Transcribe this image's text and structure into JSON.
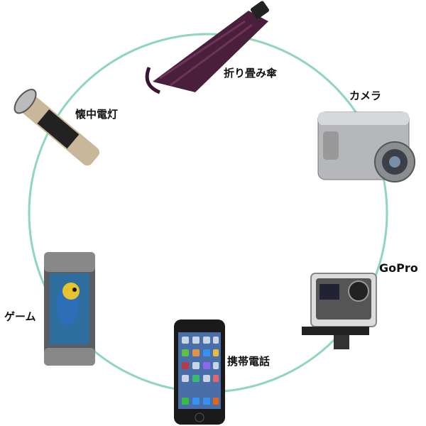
{
  "circle_color": "#8fd6bd",
  "items": [
    {
      "label": "折り畳み傘",
      "icon": "umbrella-icon"
    },
    {
      "label": "カメラ",
      "icon": "camera-icon"
    },
    {
      "label": "GoPro",
      "icon": "gopro-icon"
    },
    {
      "label": "携帯電話",
      "icon": "smartphone-icon"
    },
    {
      "label": "ゲーム",
      "icon": "game-console-icon"
    },
    {
      "label": "懐中電灯",
      "icon": "flashlight-icon"
    }
  ]
}
